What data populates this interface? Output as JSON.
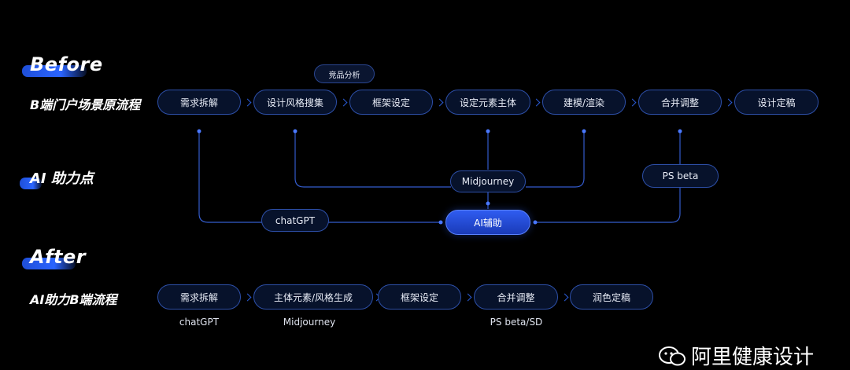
{
  "before": {
    "title": "Before",
    "row_label": "B端门户场景原流程",
    "tag": "竞品分析",
    "steps": [
      "需求拆解",
      "设计风格搜集",
      "框架设定",
      "设定元素主体",
      "建模/渲染",
      "合并调整",
      "设计定稿"
    ]
  },
  "ai": {
    "label": "AI 助力点",
    "tools": {
      "midjourney": "Midjourney",
      "ps_beta": "PS beta",
      "chatgpt": "chatGPT",
      "ai_assist": "AI辅助"
    }
  },
  "after": {
    "title": "After",
    "row_label": "AI助力B端流程",
    "steps": [
      "需求拆解",
      "主体元素/风格生成",
      "框架设定",
      "合并调整",
      "润色定稿"
    ],
    "tools": [
      "chatGPT",
      "Midjourney",
      "PS beta/SD"
    ]
  },
  "watermark": "阿里健康设计",
  "colors": {
    "background": "#000000",
    "pill_border": "#2d4fa8",
    "pill_fill": "#07122b",
    "connector": "#3d6cf0",
    "accent": "#2a64ff"
  }
}
